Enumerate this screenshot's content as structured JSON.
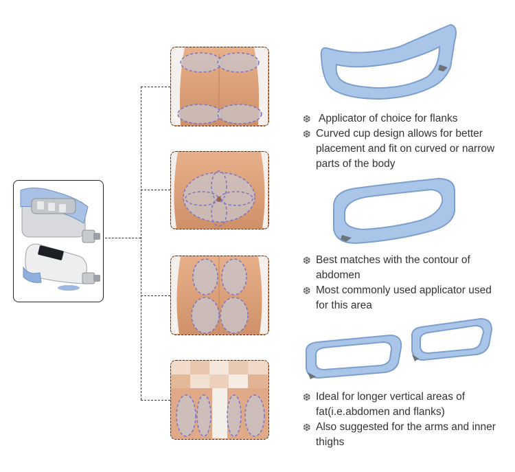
{
  "bullet_icon": "snowflake-icon",
  "sections": [
    {
      "area": "flanks",
      "bullets": [
        "Applicator of choice for flanks",
        "Curved cup design allows for better placement and fit on curved or narrow parts of the body"
      ]
    },
    {
      "area": "abdomen",
      "bullets": [
        "Best matches with the contour of abdomen",
        "Most commonly used applicator used for this area"
      ]
    },
    {
      "area": "thighs",
      "bullets": [
        "Ideal for longer vertical areas of fat(i.e.abdomen and flanks)",
        "Also suggested for the arms and inner thighs"
      ]
    }
  ],
  "colors": {
    "skin": "#dba07a",
    "zone_fill": "#c9c2c6",
    "zone_outline": "#7b74c4",
    "applicator_blue": "#a9c6e8",
    "applicator_rim": "#7d9fcd"
  }
}
